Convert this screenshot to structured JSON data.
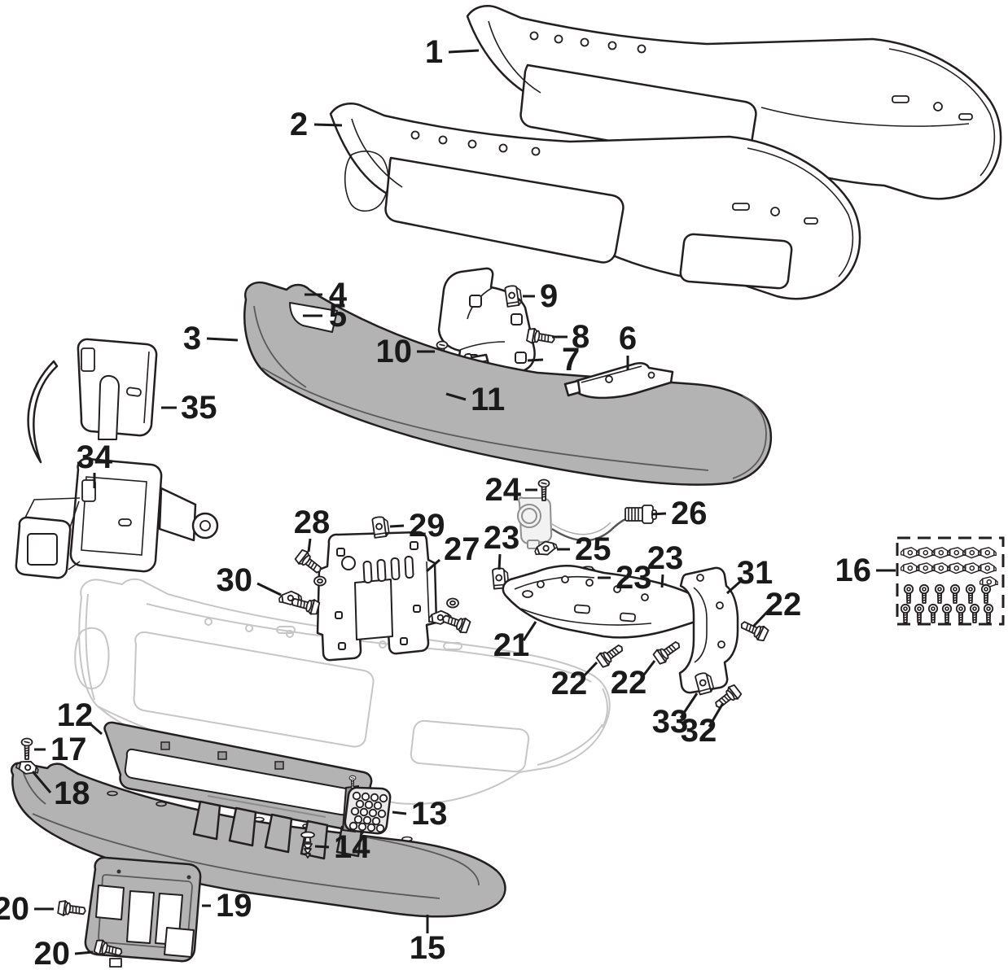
{
  "page": {
    "background": "#ffffff"
  },
  "diagram": {
    "type": "exploded-parts-diagram",
    "subject": "front-bumper-assembly",
    "colors": {
      "line": "#231f20",
      "painted_part_fill": "#b3b3b3",
      "ghost_line": "#c6c6c6",
      "label_text": "#1a1a1a"
    },
    "callouts": {
      "c1": "1",
      "c2": "2",
      "c3": "3",
      "c4": "4",
      "c5": "5",
      "c6": "6",
      "c7": "7",
      "c8": "8",
      "c9": "9",
      "c10": "10",
      "c11": "11",
      "c12": "12",
      "c13": "13",
      "c14": "14",
      "c15": "15",
      "c16": "16",
      "c17": "17",
      "c18": "18",
      "c19": "19",
      "c20a": "20",
      "c20b": "20",
      "c21": "21",
      "c22a": "22",
      "c22b": "22",
      "c22c": "22",
      "c23a": "23",
      "c23b": "23",
      "c23c": "23",
      "c24": "24",
      "c25": "25",
      "c26": "26",
      "c27": "27",
      "c28": "28",
      "c29": "29",
      "c30": "30",
      "c31": "31",
      "c32": "32",
      "c33": "33",
      "c34": "34",
      "c35": "35"
    },
    "hardware_kit": {
      "label": "16",
      "clip_nut_count": 13,
      "bolt_count": 13
    }
  }
}
